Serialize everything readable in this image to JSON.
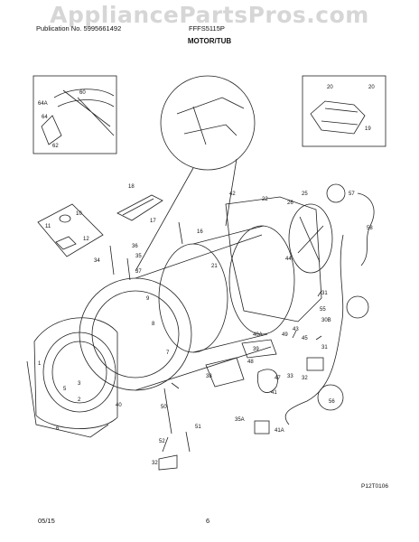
{
  "watermark": "AppliancePartsPros.com",
  "header": {
    "publication": "Publication No. 5995661492",
    "model": "FFFS5115P",
    "section": "MOTOR/TUB"
  },
  "callouts": {
    "c60": "60",
    "c64a": "64A",
    "c64": "64",
    "c62": "62",
    "c20a": "20",
    "c20b": "20",
    "c19": "19",
    "c18": "18",
    "c17": "17",
    "c42": "42",
    "c22": "22",
    "c26": "26",
    "c25": "25",
    "c57": "57",
    "c58": "58",
    "c10": "10",
    "c11": "11",
    "c12": "12",
    "c16": "16",
    "c36": "36",
    "c35": "35",
    "c34": "34",
    "c37": "37",
    "c21": "21",
    "c44": "44",
    "c31a": "31",
    "c9": "9",
    "c8": "8",
    "c30b": "30B",
    "c55": "55",
    "c1": "1",
    "c2": "2",
    "c3": "3",
    "c5": "5",
    "c6": "6",
    "c7": "7",
    "c40": "40",
    "c40a": "40A",
    "c39": "39",
    "c49": "49",
    "c43": "43",
    "c45": "45",
    "c48": "48",
    "c38": "38",
    "c47": "47",
    "c41": "41",
    "c33": "33",
    "c31b": "31",
    "c32a": "32",
    "c56": "56",
    "c50": "50",
    "c52": "52",
    "c51": "51",
    "c32b": "32",
    "c35a": "35A",
    "c41a": "41A"
  },
  "footer": {
    "figure_code": "P12T0106",
    "date": "05/15",
    "page": "6"
  }
}
